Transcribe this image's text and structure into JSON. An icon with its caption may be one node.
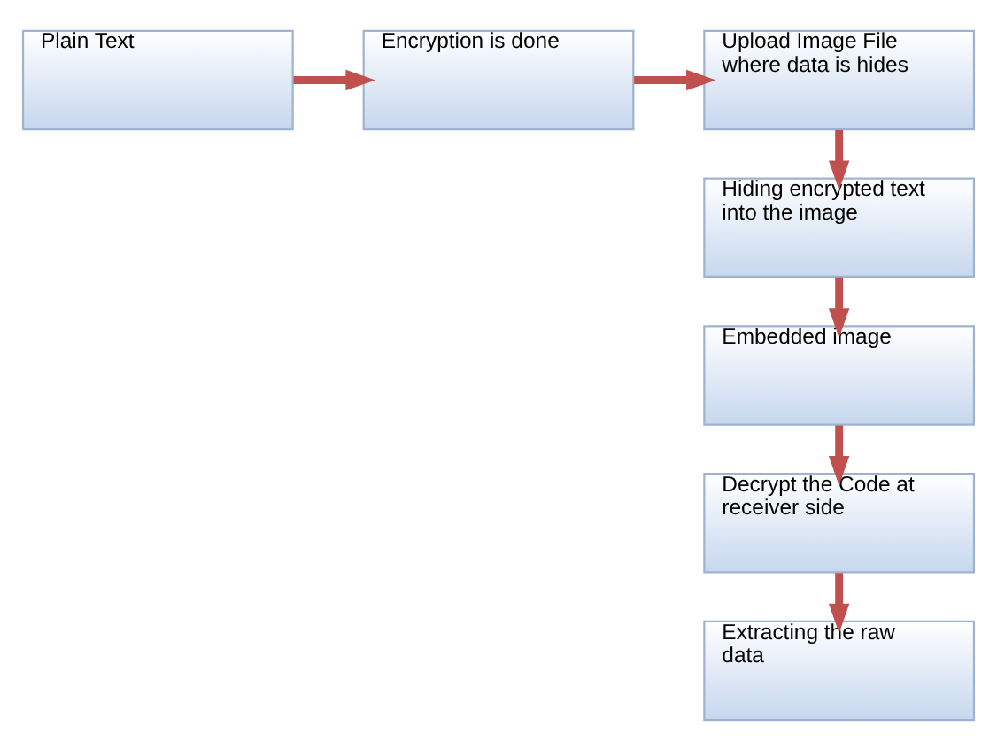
{
  "diagram": {
    "nodes": [
      {
        "text": [
          "Plain Text"
        ]
      },
      {
        "text": [
          "Encryption is done"
        ]
      },
      {
        "text": [
          "Upload Image File where data is hides"
        ]
      },
      {
        "text": [
          "Hiding encrypted text into the image"
        ]
      },
      {
        "text": [
          "Embedded image"
        ]
      },
      {
        "text": [
          "Decrypt the Code at receiver side"
        ]
      },
      {
        "text": [
          "Extracting the raw data"
        ]
      }
    ],
    "edges": [
      {
        "from": 0,
        "to": 1,
        "arrow": "to"
      },
      {
        "from": 1,
        "to": 2,
        "arrow": "to"
      },
      {
        "from": 2,
        "to": 3,
        "arrow": "to"
      },
      {
        "from": 3,
        "to": 4,
        "arrow": "to"
      },
      {
        "from": 4,
        "to": 5,
        "arrow": "to"
      },
      {
        "from": 5,
        "to": 6,
        "arrow": "to"
      }
    ]
  }
}
